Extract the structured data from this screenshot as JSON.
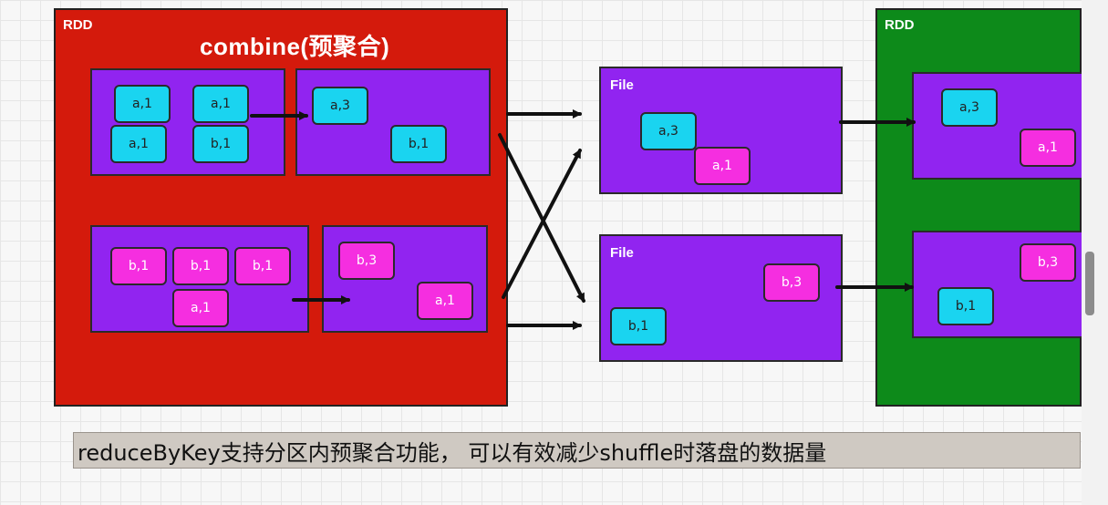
{
  "rdd_left": {
    "label": "RDD",
    "title": "combine(预聚合)"
  },
  "rdd_right": {
    "label": "RDD"
  },
  "files": [
    {
      "label": "File"
    },
    {
      "label": "File"
    }
  ],
  "items": {
    "p1_a1a": "a,1",
    "p1_a1b": "a,1",
    "p1_a1c": "a,1",
    "p1_b1": "b,1",
    "c1_a3": "a,3",
    "c1_b1": "b,1",
    "p2_b1a": "b,1",
    "p2_b1b": "b,1",
    "p2_b1c": "b,1",
    "p2_a1": "a,1",
    "c2_b3": "b,3",
    "c2_a1": "a,1",
    "f1_a3": "a,3",
    "f1_a1": "a,1",
    "f2_b3": "b,3",
    "f2_b1": "b,1",
    "r1_a3": "a,3",
    "r1_a1": "a,1",
    "r2_b3": "b,3",
    "r2_b1": "b,1"
  },
  "caption": "reduceByKey支持分区内预聚合功能， 可以有效减少shuffle时落盘的数据量",
  "colors": {
    "rdd_red": "#d41a0c",
    "rdd_green": "#0d8a1a",
    "partition_purple": "#9124f0",
    "key_a": "#1ad4f0",
    "key_b": "#f52ee0"
  }
}
